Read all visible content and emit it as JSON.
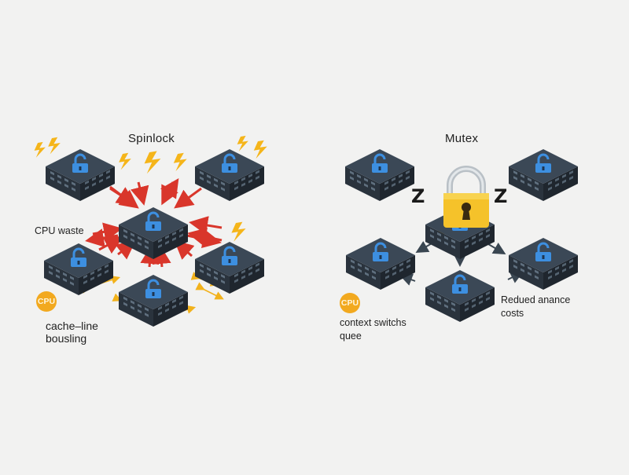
{
  "spinlock": {
    "title": "Spinlock",
    "cpu_waste_label": "CPU waste",
    "cpu_badge": "CPU",
    "cache_line_label_1": "cache–line",
    "cache_line_label_2": "bousling"
  },
  "mutex": {
    "title": "Mutex",
    "sleep_glyph_left": "Z",
    "sleep_glyph_right": "Z",
    "cpu_badge": "CPU",
    "context_label_1": "context switchs",
    "context_label_2": "quee",
    "reduced_label_1": "Redued anance",
    "reduced_label_2": "costs"
  },
  "colors": {
    "background": "#f2f2f1",
    "server_top": "#3b4856",
    "server_left": "#2a333d",
    "server_right": "#1f262e",
    "lock_icon": "#3d8fe0",
    "contention_arrow": "#d9362b",
    "bounce_arrow": "#f2b21c",
    "bolt": "#f5b51a",
    "padlock_body": "#f5c22a",
    "mutex_arrow": "#3a4651"
  }
}
